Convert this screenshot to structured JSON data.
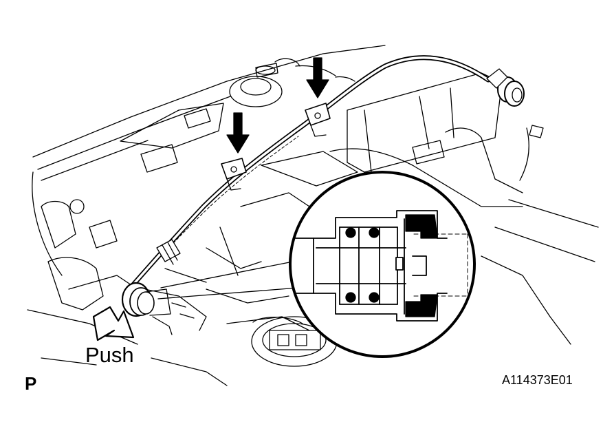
{
  "labels": {
    "push": "Push",
    "corner_mark": "P",
    "figure_code": "A114373E01"
  },
  "icons": {
    "arrows": [
      "down-arrow-icon",
      "down-arrow-icon",
      "hollow-push-arrow-icon"
    ]
  },
  "colors": {
    "line": "#000000",
    "background": "#ffffff"
  }
}
